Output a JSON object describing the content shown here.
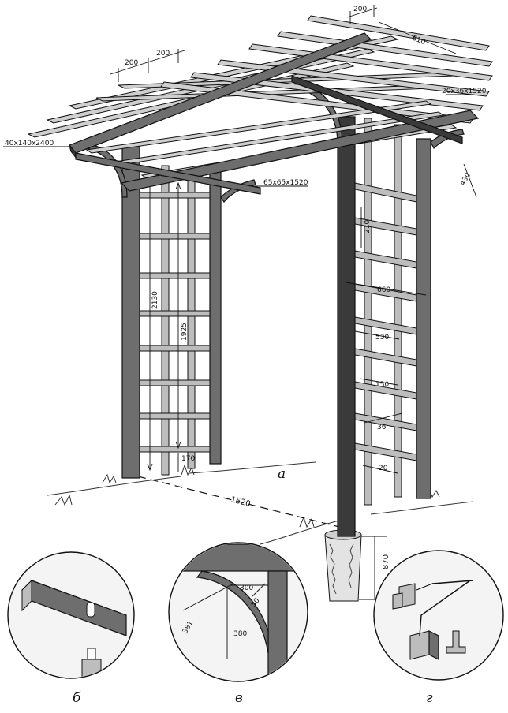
{
  "figure": {
    "main_label": "а",
    "detail_labels": [
      "б",
      "в",
      "г"
    ],
    "dimensions": {
      "top_spacing_1": "200",
      "top_spacing_2": "200",
      "top_spacing_3": "200",
      "depth": "610",
      "slat_size": "20x36x1520",
      "beam_size": "40x140x2400",
      "post_size": "65x65x1520",
      "overhang": "430",
      "lattice_top_gap": "210",
      "height_total": "2130",
      "height_lattice": "1925",
      "bottom_gap": "170",
      "width_660": "660",
      "width_530": "530",
      "width_150": "150",
      "width_36": "36",
      "width_20": "20",
      "span": "1520",
      "footing": "870",
      "bracket_300": "300",
      "bracket_50": "50",
      "bracket_381": "381",
      "bracket_380": "380"
    }
  }
}
